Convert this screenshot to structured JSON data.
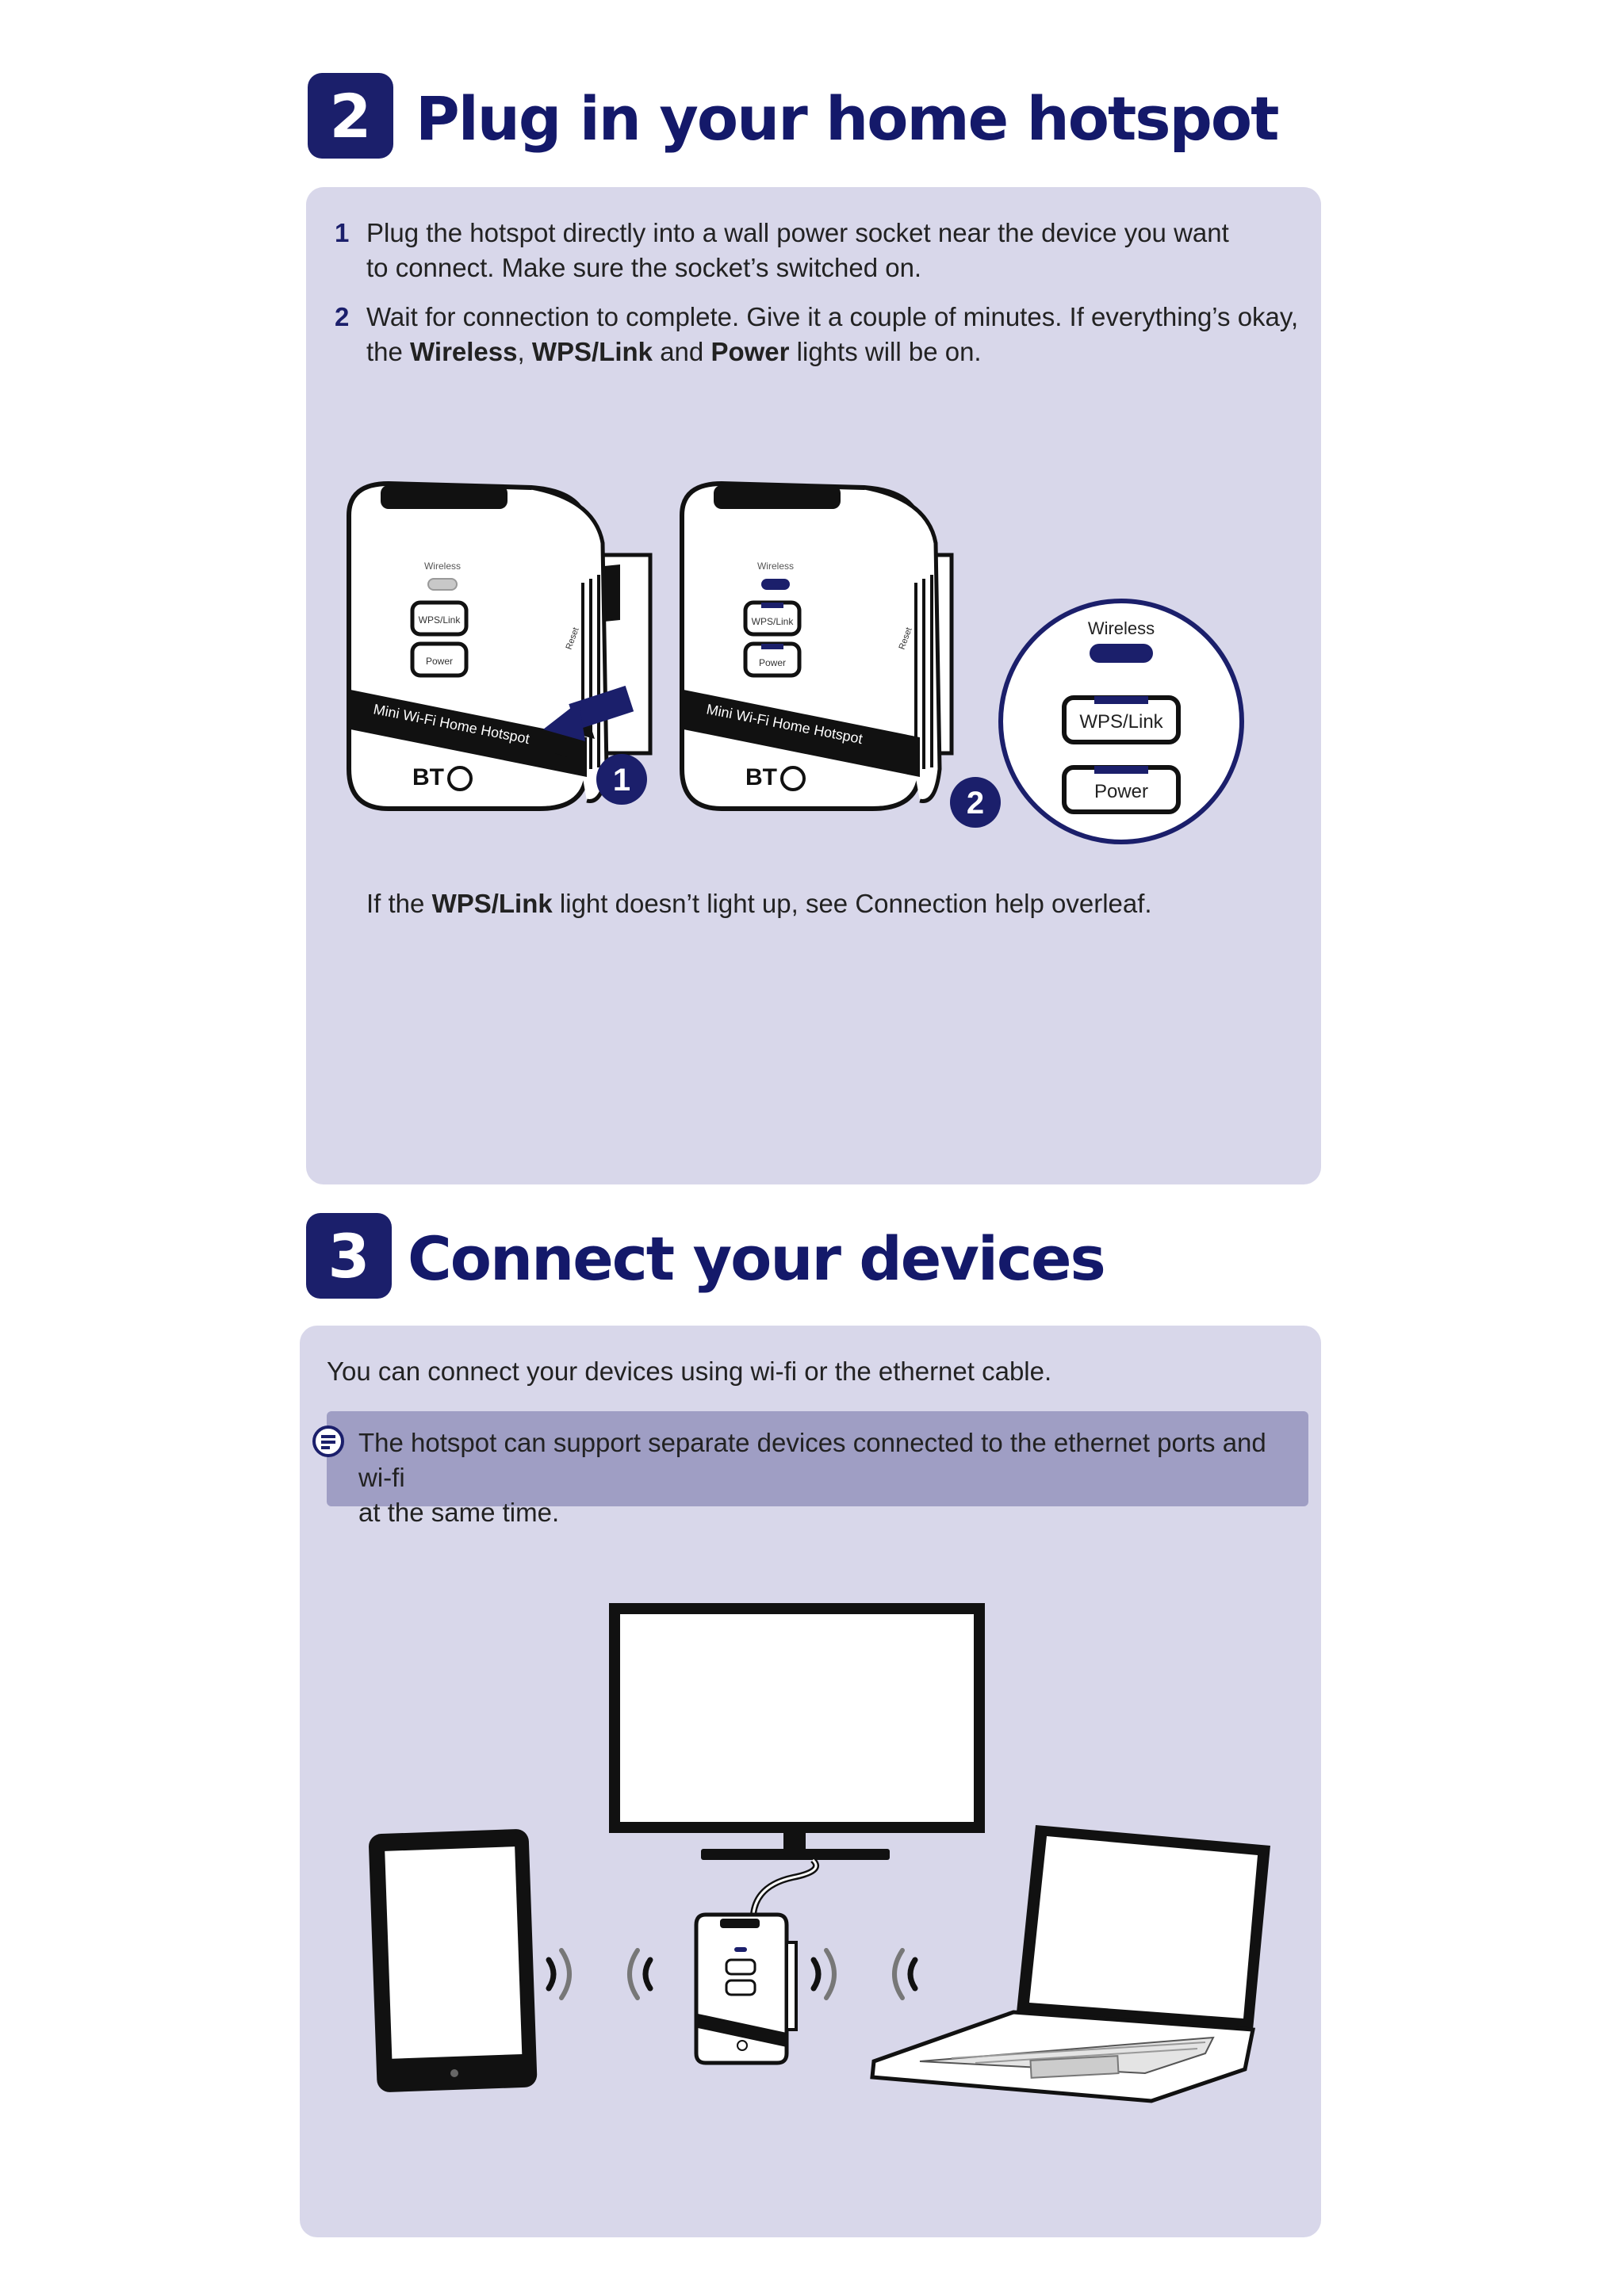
{
  "section2": {
    "number": "2",
    "title": "Plug in your home hotspot",
    "steps": [
      {
        "num": "1",
        "line1": "Plug the hotspot directly into a wall power socket near the device you want",
        "line2": "to connect. Make sure the socket’s switched on."
      },
      {
        "num": "2",
        "line1": "Wait for connection to complete. Give it a couple of minutes. If everything’s okay,",
        "line2_pre": "the ",
        "line2_b1": "Wireless",
        "line2_sep1": ", ",
        "line2_b2": "WPS/Link",
        "line2_sep2": " and ",
        "line2_b3": "Power",
        "line2_post": " lights will be on."
      }
    ],
    "illustration": {
      "callout_1": "1",
      "callout_2": "2",
      "device_label": "Mini Wi-Fi Home Hotspot",
      "brand": "BT",
      "light_wireless": "Wireless",
      "light_wps": "WPS/Link",
      "light_power": "Power",
      "reset": "Reset",
      "zoom_wireless": "Wireless",
      "zoom_wps": "WPS/Link",
      "zoom_power": "Power"
    },
    "footnote_pre": "If the ",
    "footnote_b": "WPS/Link",
    "footnote_post": " light doesn’t light up, see Connection help overleaf."
  },
  "section3": {
    "number": "3",
    "title": "Connect your devices",
    "intro": "You can connect your devices using wi-fi or the ethernet cable.",
    "note_line1": "The hotspot can support separate devices connected to the ethernet ports and wi-fi",
    "note_line2": "at the same time."
  },
  "colors": {
    "navy": "#1b1f6b",
    "panel": "#d8d7ea",
    "note_band": "#9f9ec4"
  },
  "icons": [
    "note-icon",
    "wifi-wave-icon"
  ]
}
